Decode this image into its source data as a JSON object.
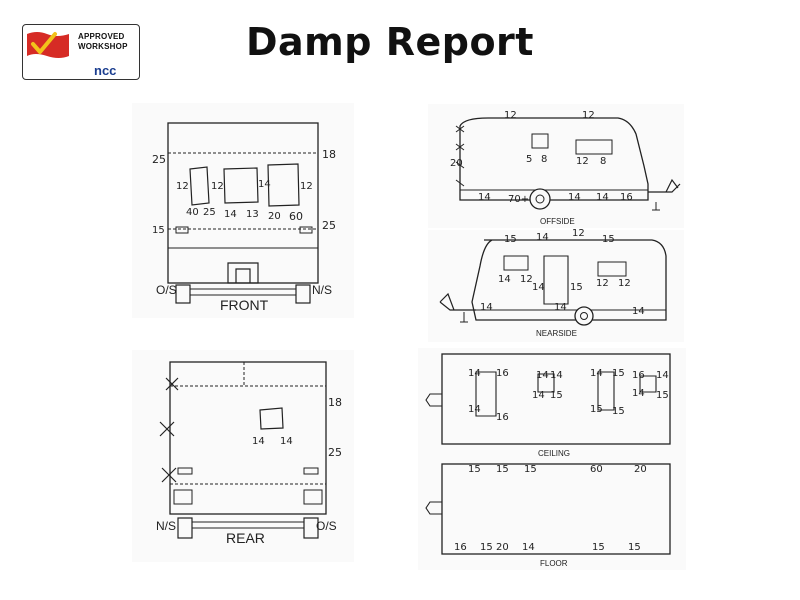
{
  "header": {
    "title": "Damp Report",
    "logo": {
      "line1": "APPROVED",
      "line2": "WORKSHOP",
      "brand": "ncc",
      "brand_color": "#1a3d8f",
      "flag_color": "#d62b25",
      "check_color": "#f2c21b"
    }
  },
  "front_view": {
    "caption": "FRONT",
    "left_side": "O/S",
    "right_side": "N/S",
    "readings": {
      "top_left": "25",
      "top_right": "18",
      "win1_left": "12",
      "win1_right": "12",
      "win2_right": "14",
      "win3_right": "12",
      "bottom_a": "40",
      "bottom_b": "25",
      "bottom_c": "14",
      "bottom_d": "13",
      "bottom_e": "20",
      "bottom_f": "60",
      "lower_left": "15",
      "lower_right": "25"
    }
  },
  "rear_view": {
    "caption": "REAR",
    "left_side": "N/S",
    "right_side": "O/S",
    "readings": {
      "right_top": "18",
      "right_bottom": "25",
      "win_left": "14",
      "win_right": "14"
    }
  },
  "offside_view": {
    "caption": "OFFSIDE",
    "readings": {
      "top_a": "12",
      "top_b": "12",
      "front": "20",
      "win_a": "5",
      "win_b": "8",
      "win2_a": "12",
      "win2_b": "8",
      "bottom_a": "14",
      "bottom_b": "70+",
      "bottom_c": "14",
      "bottom_d": "14",
      "bottom_e": "16"
    }
  },
  "nearside_view": {
    "caption": "NEARSIDE",
    "readings": {
      "top_a": "15",
      "top_b": "14",
      "top_c": "12",
      "top_d": "15",
      "win_a": "14",
      "win_b": "12",
      "door_a": "14",
      "door_b": "15",
      "win2_a": "12",
      "win2_b": "12",
      "bottom_a": "14",
      "bottom_b": "14",
      "bottom_c": "14"
    }
  },
  "ceiling_view": {
    "caption": "CEILING",
    "readings": {
      "a1": "14",
      "a2": "16",
      "a3": "14",
      "a4": "16",
      "b1": "14",
      "b2": "14",
      "b3": "14",
      "b4": "15",
      "c1": "14",
      "c2": "15",
      "c3": "15",
      "c4": "15",
      "d1": "16",
      "d2": "14",
      "d3": "14",
      "d4": "15"
    }
  },
  "floor_view": {
    "caption": "FLOOR",
    "readings": {
      "top_a": "15",
      "top_b": "15",
      "top_c": "15",
      "top_d": "60",
      "top_e": "20",
      "bot_a": "16",
      "bot_b": "15",
      "bot_c": "20",
      "bot_d": "14",
      "bot_e": "15",
      "bot_f": "15"
    }
  }
}
